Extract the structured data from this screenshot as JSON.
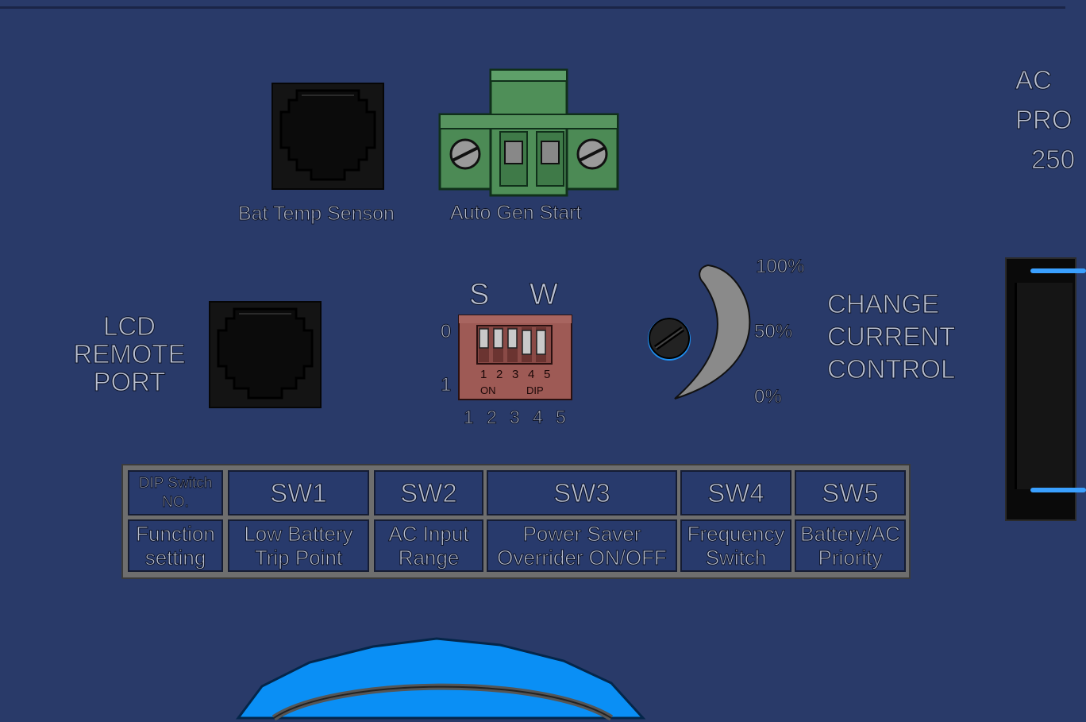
{
  "panel": {
    "bat_temp_sensor_label": "Bat Temp Senson",
    "auto_gen_start_label": "Auto Gen Start",
    "lcd_remote_port_label": [
      "LCD",
      "REMOTE",
      "PORT"
    ],
    "ac_protector_label": [
      "AC",
      "PRO",
      "250"
    ]
  },
  "dip_switch": {
    "letters": [
      "S",
      "W"
    ],
    "state_labels": [
      "0",
      "1"
    ],
    "numbers": [
      "1",
      "2",
      "3",
      "4",
      "5"
    ],
    "body_numbers": [
      "1",
      "2",
      "3",
      "4",
      "5"
    ],
    "body_on": "ON",
    "body_dip": "DIP",
    "positions": [
      0,
      0,
      0,
      1,
      1
    ]
  },
  "current_control": {
    "title": [
      "CHANGE",
      "CURRENT",
      "CONTROL"
    ],
    "scale": [
      "100%",
      "50%",
      "0%"
    ]
  },
  "dip_table": {
    "header_label": "DIP Switch NO.",
    "function_label": "Function setting",
    "switches": [
      {
        "name": "SW1",
        "function": "Low Battery Trip Point"
      },
      {
        "name": "SW2",
        "function": "AC Input Range"
      },
      {
        "name": "SW3",
        "function": "Power Saver Overrider ON/OFF"
      },
      {
        "name": "SW4",
        "function": "Frequency Switch"
      },
      {
        "name": "SW5",
        "function": "Battery/AC Priority"
      }
    ]
  },
  "colors": {
    "panel_bg": "#293a69",
    "connector_green": "#4c8a55",
    "dip_red": "#9e5a55",
    "accent_blue": "#1e8ff0"
  }
}
